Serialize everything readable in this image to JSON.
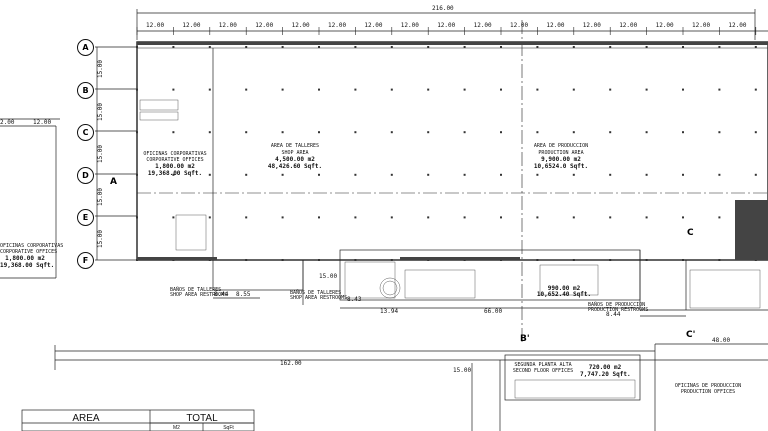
{
  "dimensions": {
    "overall_top": "216.00",
    "top_bays": [
      "12.00",
      "12.00",
      "12.00",
      "12.00",
      "12.00",
      "12.00",
      "12.00",
      "12.00",
      "12.00",
      "12.00",
      "12.00",
      "12.00",
      "12.00",
      "12.00",
      "12.00",
      "12.00",
      "12.00"
    ],
    "left_bays": [
      "2.00",
      "12.00"
    ],
    "row_spacings": [
      "15.00",
      "15.00",
      "15.00",
      "15.00",
      "15.00"
    ],
    "bottom_a": "8.44",
    "bottom_b": "8.55",
    "bottom_c": "8.43",
    "bottom_d": "13.94",
    "bottom_e": "66.00",
    "bottom_f": "8.44",
    "bottom_g": "48.00",
    "overall_bottom": "162.00",
    "vertical_a": "15.00",
    "vertical_b": "15.00"
  },
  "gridlines": [
    "A",
    "B",
    "C",
    "D",
    "E",
    "F"
  ],
  "section_marks": [
    "A",
    "C",
    "B'",
    "C'"
  ],
  "areas": {
    "corporate_main": {
      "title": "OFICINAS CORPORATIVAS",
      "subtitle": "CORPORATIVE OFFICES",
      "m2": "1,800.00 m2",
      "sqft": "19,368.00 Sqft."
    },
    "corporate_left": {
      "title": "OFICINAS CORPORATIVAS",
      "subtitle": "CORPORATIVE OFFICES",
      "m2": "1,800.00 m2",
      "sqft": "19,368.00 Sqft."
    },
    "shop": {
      "title": "AREA DE TALLERES",
      "subtitle": "SHOP AREA",
      "m2": "4,500.00 m2",
      "sqft": "48,426.60 Sqft."
    },
    "production": {
      "title": "AREA DE PRODUCCION",
      "subtitle": "PRODUCTION AREA",
      "m2": "9,900.00 m2",
      "sqft": "10,6524.0 Sqft."
    },
    "restrooms_center": {
      "m2": "990.00 m2",
      "sqft": "10,652.40 Sqft."
    },
    "second_floor": {
      "title": "SEGUNDA PLANTA ALTA",
      "subtitle": "SECOND FLOOR OFFICES",
      "m2": "720.00 m2",
      "sqft": "7,747.20 Sqft."
    },
    "production_offices": {
      "title": "OFICINAS DE PRODUCCION",
      "subtitle": "PRODUCTION OFFICES"
    }
  },
  "small_labels": {
    "shop_restrooms": "BAÑOS DE TALLERES",
    "shop_restrooms_en": "SHOP AREA RESTROOMS",
    "prod_restrooms": "BAÑOS DE PRODUCCION",
    "prod_restrooms_en": "PRODUCTION RESTROOMS"
  },
  "table": {
    "header_area": "AREA",
    "header_total": "TOTAL",
    "sub_m2": "M2",
    "sub_sqft": "SqFt"
  }
}
